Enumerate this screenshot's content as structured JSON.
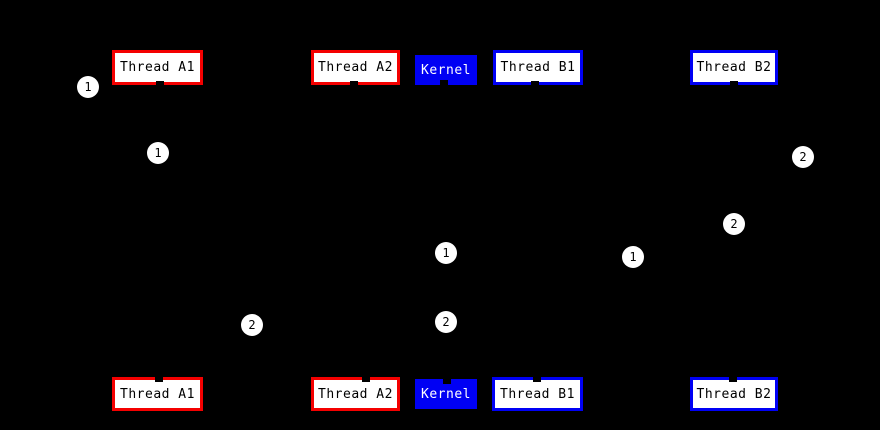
{
  "colors": {
    "background": "#000000",
    "user_thread_border": "#f40000",
    "kernel_thread_border": "#0000f4",
    "kernel_fill": "#0000f4",
    "box_fill": "#ffffff",
    "box_text": "#000000",
    "kernel_text": "#ffffff",
    "marker_fill": "#ffffff",
    "marker_text": "#000000"
  },
  "diagram": {
    "top_row": {
      "boxes": [
        {
          "id": "thread-a1",
          "label": "Thread A1"
        },
        {
          "id": "thread-a2",
          "label": "Thread A2"
        },
        {
          "id": "kernel",
          "label": "Kernel"
        },
        {
          "id": "thread-b1",
          "label": "Thread B1"
        },
        {
          "id": "thread-b2",
          "label": "Thread B2"
        }
      ]
    },
    "bottom_row": {
      "boxes": [
        {
          "id": "thread-a1",
          "label": "Thread A1"
        },
        {
          "id": "thread-a2",
          "label": "Thread A2"
        },
        {
          "id": "kernel",
          "label": "Kernel"
        },
        {
          "id": "thread-b1",
          "label": "Thread B1"
        },
        {
          "id": "thread-b2",
          "label": "Thread B2"
        }
      ]
    },
    "step_markers": [
      {
        "label": "1"
      },
      {
        "label": "1"
      },
      {
        "label": "2"
      },
      {
        "label": "2"
      },
      {
        "label": "1"
      },
      {
        "label": "1"
      },
      {
        "label": "2"
      },
      {
        "label": "2"
      }
    ]
  }
}
